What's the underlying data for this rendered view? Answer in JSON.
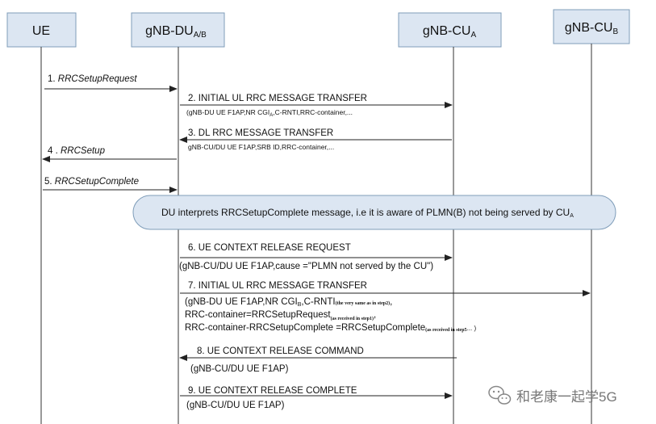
{
  "entities": [
    {
      "id": "ue",
      "label": "UE",
      "sub": ""
    },
    {
      "id": "du",
      "label": "gNB-DU",
      "sub": "A/B"
    },
    {
      "id": "cua",
      "label": "gNB-CU",
      "sub": "A"
    },
    {
      "id": "cub",
      "label": "gNB-CU",
      "sub": "B"
    }
  ],
  "messages": [
    {
      "num": "1.",
      "name": "RRCSetupRequest"
    },
    {
      "name": "2. INITIAL UL RRC MESSAGE TRANSFER",
      "params": "(gNB-DU UE F1AP,NR CGI",
      "params_sub": "A",
      "params_tail": ",C-RNTI,RRC-container,..."
    },
    {
      "name": "3. DL RRC MESSAGE TRANSFER",
      "params": "gNB-CU/DU UE F1AP,SRB ID,RRC-container,..."
    },
    {
      "num": "4 .",
      "name": "RRCSetup"
    },
    {
      "num": "5.",
      "name": "RRCSetupComplete"
    },
    {
      "name": "6. UE CONTEXT RELEASE REQUEST",
      "params": "(gNB-CU/DU UE F1AP,cause =\"PLMN not served by the CU\")"
    },
    {
      "name": "7. INITIAL UL RRC MESSAGE TRANSFER",
      "line1": "(gNB-DU UE F1AP,NR CGI",
      "line1_sub": "B",
      "line1_mid": ",C-RNTI",
      "line1_tiny": "(the very same as in step2)",
      "line1_end": ",",
      "line2": "RRC-container=RRCSetupRequest",
      "line2_tiny": "(as received in step1)",
      "line2_end": ",",
      "line3": "RRC-container-RRCSetupComplete =RRCSetupComplete",
      "line3_tiny": "(as received in step5",
      "line3_end": "... )"
    },
    {
      "name": "8. UE CONTEXT RELEASE COMMAND",
      "params": "(gNB-CU/DU UE F1AP)"
    },
    {
      "name": "9. UE CONTEXT RELEASE COMPLETE",
      "params": "(gNB-CU/DU UE F1AP)"
    }
  ],
  "note": {
    "text": "DU interprets RRCSetupComplete message, i.e it is aware of PLMN(B) not being served by CU",
    "sub": "A"
  },
  "watermark": {
    "text": "和老康一起学5G",
    "icon": "wechat-icon"
  }
}
